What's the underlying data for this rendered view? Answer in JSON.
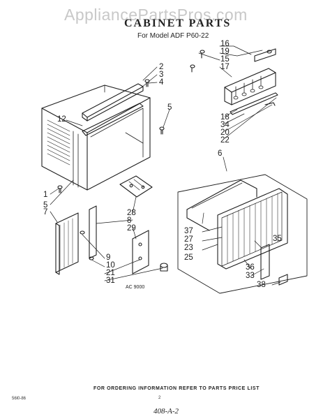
{
  "watermark": "AppliancePartsPros.com",
  "title": "CABINET PARTS",
  "subtitle": "For Model ADF P60-22",
  "callouts": {
    "c16": "16",
    "c19": "19",
    "c15": "15",
    "c17": "17",
    "c2": "2",
    "c3": "3",
    "c4": "4",
    "c5r": "5",
    "c12": "12",
    "c18": "18",
    "c34": "34",
    "c20": "20",
    "c22": "22",
    "c6": "6",
    "c1": "1",
    "c5l": "5",
    "c7": "7",
    "c28": "28",
    "c8": "8",
    "c29": "29",
    "c37": "37",
    "c27": "27",
    "c23": "23",
    "c25": "25",
    "c35": "35",
    "c9": "9",
    "c10": "10",
    "c21": "21",
    "c31": "31",
    "c36": "36",
    "c33": "33",
    "c38": "38"
  },
  "drawing_ref": "AC 9000",
  "footer": "FOR ORDERING INFORMATION REFER TO PARTS PRICE LIST",
  "footer_code": "56l0-86",
  "page_number": "2",
  "handwritten_note": "408-A-2"
}
